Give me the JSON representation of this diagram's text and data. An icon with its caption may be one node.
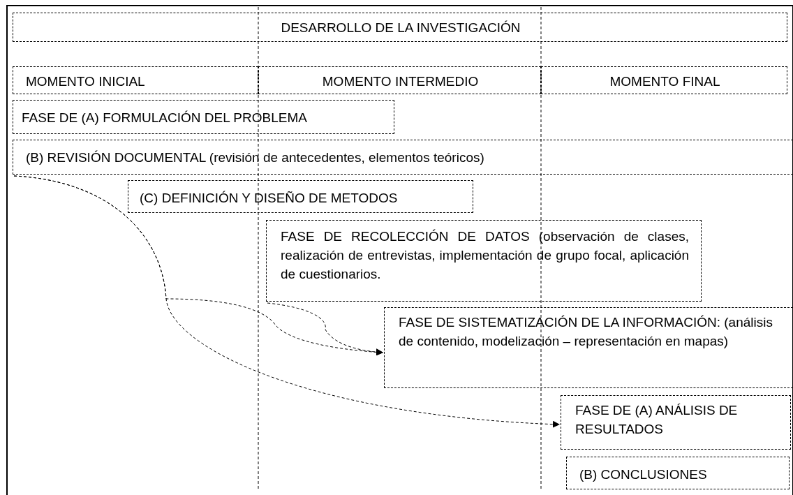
{
  "diagram": {
    "nodes": [
      {
        "text": [
          "DESARROLLO DE LA INVESTIGACIÓN"
        ]
      },
      {
        "text": [
          "MOMENTO INICIAL"
        ]
      },
      {
        "text": [
          "MOMENTO INTERMEDIO"
        ]
      },
      {
        "text": [
          "MOMENTO FINAL"
        ]
      },
      {
        "text": [
          "FASE DE (A) FORMULACIÓN DEL PROBLEMA"
        ]
      },
      {
        "text": [
          "(B) REVISIÓN DOCUMENTAL (revisión de antecedentes, elementos teóricos)"
        ]
      },
      {
        "text": [
          "(C) DEFINICIÓN Y DISEÑO DE METODOS"
        ]
      },
      {
        "text": [
          "FASE DE RECOLECCIÓN DE DATOS (observación de clases, realización de entrevistas, implementación de grupo focal, aplicación de cuestionarios."
        ]
      },
      {
        "text": [
          "FASE DE SISTEMATIZACIÓN DE LA INFORMACIÓN: (análisis de contenido, modelización – representación en mapas)"
        ]
      },
      {
        "text": [
          "FASE DE (A) ANÁLISIS DE RESULTADOS"
        ]
      },
      {
        "text": [
          "(B) CONCLUSIONES"
        ]
      }
    ],
    "edges": [
      {
        "from": 5,
        "to": 8,
        "arrow": "to",
        "style": "dashed"
      },
      {
        "from": 5,
        "to": 9,
        "arrow": "to",
        "style": "dashed"
      },
      {
        "from": 7,
        "to": 8,
        "arrow": "to",
        "style": "dashed"
      }
    ]
  }
}
